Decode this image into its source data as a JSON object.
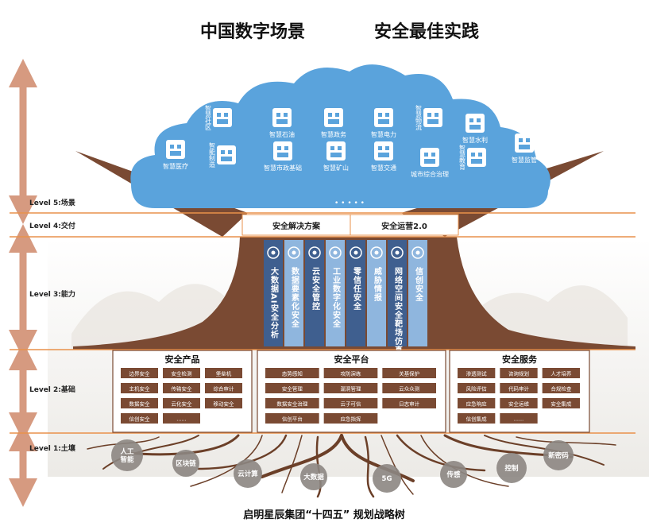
{
  "title": "中国数字场景 安全最佳实践",
  "title_left": "中国数字场景",
  "title_right": "安全最佳实践",
  "caption": "启明星辰集团“十四五” 规划战略树",
  "colors": {
    "brown": "#7a4a33",
    "cloud": "#5aa3dc",
    "orange_line": "#e9914b",
    "pillar_dark": "#3f5f8f",
    "pillar_light": "#8fb6de",
    "arrow": "#d69a80"
  },
  "levels": [
    {
      "label": "Level 5:场景"
    },
    {
      "label": "Level 4:交付"
    },
    {
      "label": "Level 3:能力"
    },
    {
      "label": "Level 2:基础"
    },
    {
      "label": "Level 1:土壤"
    }
  ],
  "scenes": [
    {
      "label": "智慧社区",
      "icon": "community-icon"
    },
    {
      "label": "智慧石油",
      "icon": "oil-pump-icon"
    },
    {
      "label": "智慧政务",
      "icon": "government-icon"
    },
    {
      "label": "智慧电力",
      "icon": "power-tower-icon"
    },
    {
      "label": "智慧物流",
      "icon": "logistics-icon"
    },
    {
      "label": "智慧水利",
      "icon": "water-dam-icon"
    },
    {
      "label": "智慧医疗",
      "icon": "hospital-icon"
    },
    {
      "label": "智能制造",
      "icon": "robot-arm-icon"
    },
    {
      "label": "智慧市政基础",
      "icon": "metro-icon"
    },
    {
      "label": "智慧矿山",
      "icon": "mine-cart-icon"
    },
    {
      "label": "智慧交通",
      "icon": "traffic-icon"
    },
    {
      "label": "城市综合治理",
      "icon": "city-governance-icon"
    },
    {
      "label": "智慧教育",
      "icon": "education-icon"
    },
    {
      "label": "智慧监管",
      "icon": "supervision-icon"
    }
  ],
  "cloud_dots": "• • • • •",
  "delivery": {
    "left": "安全解决方案",
    "right": "安全运营2.0"
  },
  "pillars": [
    {
      "label": "大数据AI安全分析",
      "icon": "brain-icon"
    },
    {
      "label": "数据要素化安全",
      "icon": "data-icon"
    },
    {
      "label": "云安全管控",
      "icon": "cloud-icon"
    },
    {
      "label": "工业数字化安全",
      "icon": "factory-icon"
    },
    {
      "label": "零信任安全",
      "icon": "handshake-icon"
    },
    {
      "label": "威胁情报",
      "icon": "threat-icon"
    },
    {
      "label": "网络空间安全靶场仿真",
      "icon": "network-icon"
    },
    {
      "label": "信创安全",
      "icon": "chip-icon"
    }
  ],
  "boxes": [
    {
      "title": "安全产品",
      "cells": [
        "边界安全",
        "安全检测",
        "堡垒机",
        "主机安全",
        "传输安全",
        "综合审计",
        "数据安全",
        "云化安全",
        "移动安全",
        "信创安全",
        "......"
      ]
    },
    {
      "title": "安全平台",
      "cells": [
        "态势感知",
        "攻防演练",
        "关基保护",
        "安全管理",
        "漏洞管理",
        "云众众测",
        "数据安全治理",
        "云子可信",
        "日志审计",
        "信创平台",
        "应急指挥"
      ]
    },
    {
      "title": "安全服务",
      "cells": [
        "渗透测试",
        "咨询规划",
        "人才培养",
        "风险评估",
        "代码审计",
        "合规检查",
        "应急响应",
        "安全运维",
        "安全集成",
        "信创集成",
        "......"
      ]
    }
  ],
  "soil": [
    "人工智能",
    "区块链",
    "云计算",
    "大数据",
    "5G",
    "传感",
    "控制",
    "新密码"
  ]
}
